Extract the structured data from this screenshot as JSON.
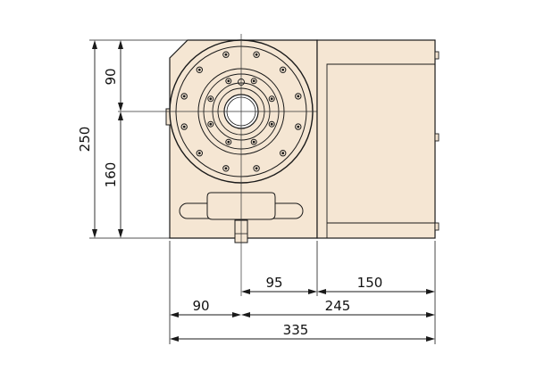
{
  "colors": {
    "body_fill": "#F5E6D3",
    "line": "#1A1A1A",
    "center_line": "#333333",
    "background": "#FFFFFF"
  },
  "icons": [
    "bolt-hole-icon",
    "center-bore-icon"
  ],
  "dimensions": {
    "height_upper": "90",
    "height_lower": "160",
    "height_total": "250",
    "width_center_to_face": "95",
    "width_motor": "150",
    "width_left_to_center": "90",
    "width_center_to_right": "245",
    "width_total": "335"
  }
}
